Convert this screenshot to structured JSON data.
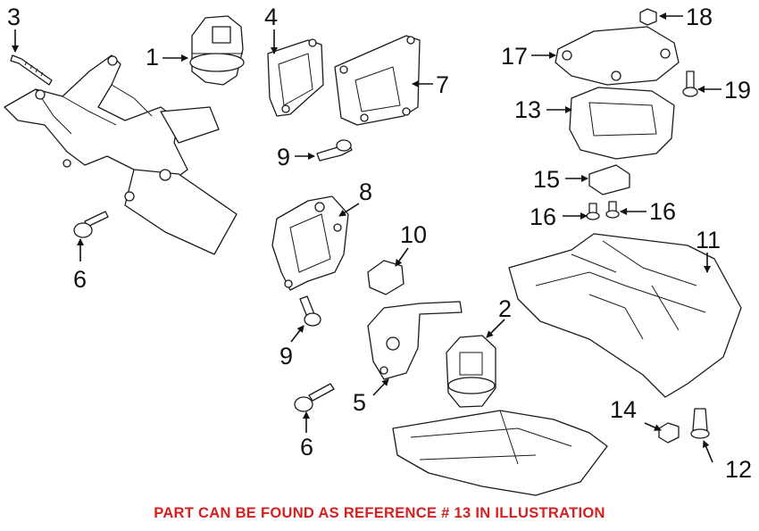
{
  "callouts": {
    "c1": "1",
    "c2": "2",
    "c3": "3",
    "c4": "4",
    "c5": "5",
    "c6a": "6",
    "c6b": "6",
    "c7": "7",
    "c8": "8",
    "c9a": "9",
    "c9b": "9",
    "c10": "10",
    "c11": "11",
    "c12": "12",
    "c13": "13",
    "c14": "14",
    "c15": "15",
    "c16a": "16",
    "c16b": "16",
    "c17": "17",
    "c18": "18",
    "c19": "19"
  },
  "reference_note": "PART CAN BE FOUND AS REFERENCE # 13 IN ILLUSTRATION",
  "colors": {
    "note": "#d62020",
    "line": "#1a1a1a"
  }
}
